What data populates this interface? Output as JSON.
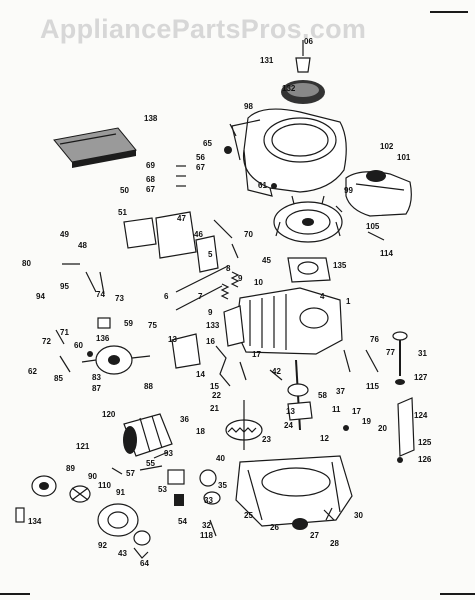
{
  "watermark": "AppliancePartsPros.com",
  "callouts": [
    {
      "id": "06",
      "label": "06"
    },
    {
      "id": "131",
      "label": "131"
    },
    {
      "id": "132",
      "label": "132"
    },
    {
      "id": "98",
      "label": "98"
    },
    {
      "id": "138",
      "label": "138"
    },
    {
      "id": "65",
      "label": "65"
    },
    {
      "id": "56",
      "label": "56"
    },
    {
      "id": "67a",
      "label": "67"
    },
    {
      "id": "69",
      "label": "69"
    },
    {
      "id": "68",
      "label": "68"
    },
    {
      "id": "67b",
      "label": "67"
    },
    {
      "id": "61",
      "label": "61"
    },
    {
      "id": "102",
      "label": "102"
    },
    {
      "id": "101",
      "label": "101"
    },
    {
      "id": "99",
      "label": "99"
    },
    {
      "id": "50",
      "label": "50"
    },
    {
      "id": "51",
      "label": "51"
    },
    {
      "id": "47",
      "label": "47"
    },
    {
      "id": "49",
      "label": "49"
    },
    {
      "id": "48",
      "label": "48"
    },
    {
      "id": "46",
      "label": "46"
    },
    {
      "id": "70",
      "label": "70"
    },
    {
      "id": "105",
      "label": "105"
    },
    {
      "id": "114",
      "label": "114"
    },
    {
      "id": "80",
      "label": "80"
    },
    {
      "id": "45",
      "label": "45"
    },
    {
      "id": "135",
      "label": "135"
    },
    {
      "id": "5",
      "label": "5"
    },
    {
      "id": "8",
      "label": "8"
    },
    {
      "id": "9a",
      "label": "9"
    },
    {
      "id": "10",
      "label": "10"
    },
    {
      "id": "95",
      "label": "95"
    },
    {
      "id": "94",
      "label": "94"
    },
    {
      "id": "74",
      "label": "74"
    },
    {
      "id": "73",
      "label": "73"
    },
    {
      "id": "4",
      "label": "4"
    },
    {
      "id": "1",
      "label": "1"
    },
    {
      "id": "6",
      "label": "6"
    },
    {
      "id": "7",
      "label": "7"
    },
    {
      "id": "9b",
      "label": "9"
    },
    {
      "id": "75",
      "label": "75"
    },
    {
      "id": "59",
      "label": "59"
    },
    {
      "id": "133",
      "label": "133"
    },
    {
      "id": "71",
      "label": "71"
    },
    {
      "id": "72",
      "label": "72"
    },
    {
      "id": "60",
      "label": "60"
    },
    {
      "id": "136",
      "label": "136"
    },
    {
      "id": "13a",
      "label": "13"
    },
    {
      "id": "16",
      "label": "16"
    },
    {
      "id": "76",
      "label": "76"
    },
    {
      "id": "77",
      "label": "77"
    },
    {
      "id": "31",
      "label": "31"
    },
    {
      "id": "62",
      "label": "62"
    },
    {
      "id": "85",
      "label": "85"
    },
    {
      "id": "83",
      "label": "83"
    },
    {
      "id": "87",
      "label": "87"
    },
    {
      "id": "88",
      "label": "88"
    },
    {
      "id": "14",
      "label": "14"
    },
    {
      "id": "17a",
      "label": "17"
    },
    {
      "id": "42",
      "label": "42"
    },
    {
      "id": "127",
      "label": "127"
    },
    {
      "id": "15",
      "label": "15"
    },
    {
      "id": "37",
      "label": "37"
    },
    {
      "id": "115",
      "label": "115"
    },
    {
      "id": "58",
      "label": "58"
    },
    {
      "id": "22",
      "label": "22"
    },
    {
      "id": "21",
      "label": "21"
    },
    {
      "id": "11",
      "label": "11"
    },
    {
      "id": "124",
      "label": "124"
    },
    {
      "id": "120",
      "label": "120"
    },
    {
      "id": "13b",
      "label": "13"
    },
    {
      "id": "36",
      "label": "36"
    },
    {
      "id": "18",
      "label": "18"
    },
    {
      "id": "17b",
      "label": "17"
    },
    {
      "id": "19",
      "label": "19"
    },
    {
      "id": "20",
      "label": "20"
    },
    {
      "id": "24",
      "label": "24"
    },
    {
      "id": "12",
      "label": "12"
    },
    {
      "id": "121",
      "label": "121"
    },
    {
      "id": "23",
      "label": "23"
    },
    {
      "id": "125",
      "label": "125"
    },
    {
      "id": "126",
      "label": "126"
    },
    {
      "id": "89",
      "label": "89"
    },
    {
      "id": "93",
      "label": "93"
    },
    {
      "id": "90",
      "label": "90"
    },
    {
      "id": "57",
      "label": "57"
    },
    {
      "id": "55",
      "label": "55"
    },
    {
      "id": "40",
      "label": "40"
    },
    {
      "id": "35",
      "label": "35"
    },
    {
      "id": "110",
      "label": "110"
    },
    {
      "id": "53",
      "label": "53"
    },
    {
      "id": "33",
      "label": "33"
    },
    {
      "id": "134",
      "label": "134"
    },
    {
      "id": "91",
      "label": "91"
    },
    {
      "id": "54",
      "label": "54"
    },
    {
      "id": "25",
      "label": "25"
    },
    {
      "id": "30",
      "label": "30"
    },
    {
      "id": "32",
      "label": "32"
    },
    {
      "id": "118",
      "label": "118"
    },
    {
      "id": "26",
      "label": "26"
    },
    {
      "id": "27",
      "label": "27"
    },
    {
      "id": "28",
      "label": "28"
    },
    {
      "id": "92",
      "label": "92"
    },
    {
      "id": "43",
      "label": "43"
    },
    {
      "id": "64",
      "label": "64"
    }
  ]
}
